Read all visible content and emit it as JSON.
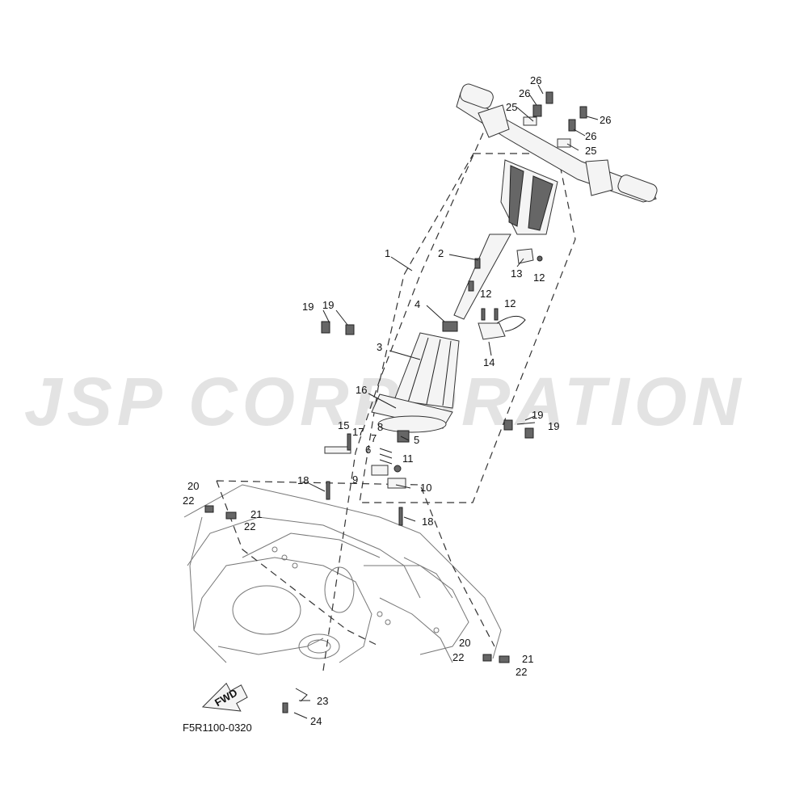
{
  "watermark_text": "JSP CORPORATION",
  "diagram_code": "F5R1100-0320",
  "fwd_label": "FWD",
  "callouts": [
    {
      "id": "c1",
      "text": "1"
    },
    {
      "id": "c2",
      "text": "2"
    },
    {
      "id": "c3",
      "text": "3"
    },
    {
      "id": "c4",
      "text": "4"
    },
    {
      "id": "c5",
      "text": "5"
    },
    {
      "id": "c6",
      "text": "6"
    },
    {
      "id": "c7",
      "text": "7"
    },
    {
      "id": "c8",
      "text": "8"
    },
    {
      "id": "c9",
      "text": "9"
    },
    {
      "id": "c10",
      "text": "10"
    },
    {
      "id": "c11",
      "text": "11"
    },
    {
      "id": "c12a",
      "text": "12"
    },
    {
      "id": "c12b",
      "text": "12"
    },
    {
      "id": "c12c",
      "text": "12"
    },
    {
      "id": "c13",
      "text": "13"
    },
    {
      "id": "c14",
      "text": "14"
    },
    {
      "id": "c15",
      "text": "15"
    },
    {
      "id": "c16",
      "text": "16"
    },
    {
      "id": "c17",
      "text": "17"
    },
    {
      "id": "c18a",
      "text": "18"
    },
    {
      "id": "c18b",
      "text": "18"
    },
    {
      "id": "c19a",
      "text": "19"
    },
    {
      "id": "c19b",
      "text": "19"
    },
    {
      "id": "c19c",
      "text": "19"
    },
    {
      "id": "c19d",
      "text": "19"
    },
    {
      "id": "c20a",
      "text": "20"
    },
    {
      "id": "c20b",
      "text": "20"
    },
    {
      "id": "c21a",
      "text": "21"
    },
    {
      "id": "c21b",
      "text": "21"
    },
    {
      "id": "c22a",
      "text": "22"
    },
    {
      "id": "c22b",
      "text": "22"
    },
    {
      "id": "c22c",
      "text": "22"
    },
    {
      "id": "c22d",
      "text": "22"
    },
    {
      "id": "c23",
      "text": "23"
    },
    {
      "id": "c24",
      "text": "24"
    },
    {
      "id": "c25a",
      "text": "25"
    },
    {
      "id": "c25b",
      "text": "25"
    },
    {
      "id": "c26a",
      "text": "26"
    },
    {
      "id": "c26b",
      "text": "26"
    },
    {
      "id": "c26c",
      "text": "26"
    },
    {
      "id": "c26d",
      "text": "26"
    }
  ]
}
